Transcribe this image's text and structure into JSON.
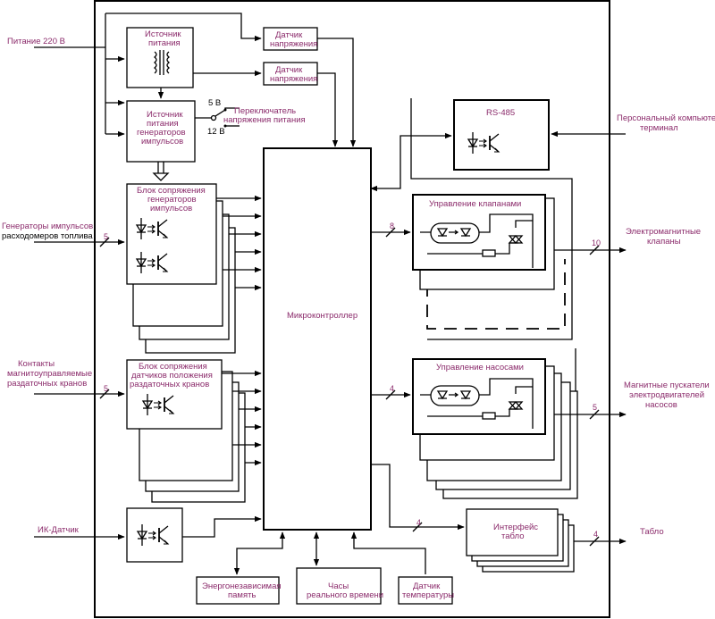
{
  "inputs": {
    "power": "Питание 220 В",
    "pulse_generators": [
      "Генераторы импульсов",
      "расходомеров топлива"
    ],
    "contacts": [
      "Контакты",
      "магнитоуправляемые",
      "раздаточных кранов"
    ],
    "ir_sensor": "ИК-Датчик"
  },
  "outputs": {
    "pc": [
      "Персональный компьютер,",
      "терминал"
    ],
    "valves": [
      "Электромагнитные",
      "клапаны"
    ],
    "starters": [
      "Магнитные пускатели",
      "электродвигателей",
      "насосов"
    ],
    "board": "Табло"
  },
  "blocks": {
    "power_source": [
      "Источник",
      "питания"
    ],
    "voltage_sensor_1": [
      "Датчик",
      "напряжения"
    ],
    "voltage_sensor_2": [
      "Датчик",
      "напряжения"
    ],
    "gen_power": [
      "Источник",
      "питания",
      "генераторов",
      "импульсов"
    ],
    "switch": [
      "Переключатель",
      "напряжения питания"
    ],
    "v5": "5 В",
    "v12": "12 В",
    "pulse_interface": [
      "Блок сопряжения",
      "генераторов",
      "импульсов"
    ],
    "crane_interface": [
      "Блок сопряжения",
      "датчиков положения",
      "раздаточных кранов"
    ],
    "microcontroller": "Микроконтроллер",
    "rs485": "RS-485",
    "valve_control": "Управление клапанами",
    "pump_control": "Управление насосами",
    "display_interface": [
      "Интерфейс",
      "табло"
    ],
    "memory": [
      "Энергонезависимая",
      "память"
    ],
    "clock": [
      "Часы",
      "реального времени"
    ],
    "temp_sensor": [
      "Датчик",
      "температуры"
    ]
  },
  "bus_widths": {
    "pulse_in": "5",
    "contacts_in": "5",
    "valves_bus": "8",
    "pumps_bus": "4",
    "valves_out": "10",
    "starters_out": "5",
    "display_bus": "4",
    "board_out": "4"
  }
}
